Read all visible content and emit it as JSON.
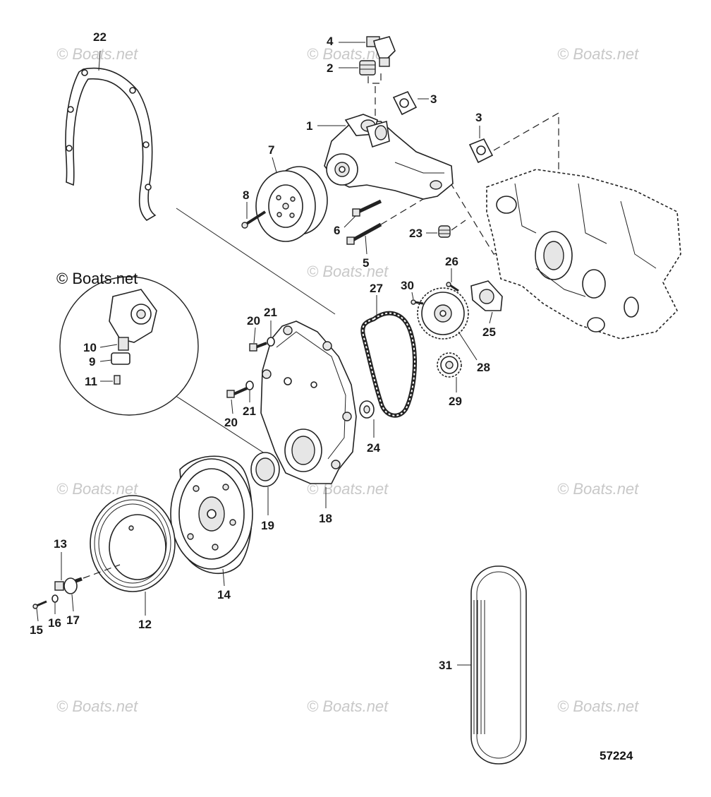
{
  "diagram": {
    "figure_number": "57224",
    "watermark": "© Boats.net",
    "inset_watermark": "© Boats.net",
    "callouts": {
      "c1": "1",
      "c2": "2",
      "c3a": "3",
      "c3b": "3",
      "c4": "4",
      "c5": "5",
      "c6": "6",
      "c7": "7",
      "c8": "8",
      "c9": "9",
      "c10": "10",
      "c11": "11",
      "c12": "12",
      "c13": "13",
      "c14": "14",
      "c15": "15",
      "c16": "16",
      "c17": "17",
      "c18": "18",
      "c19": "19",
      "c20a": "20",
      "c20b": "20",
      "c21a": "21",
      "c21b": "21",
      "c22": "22",
      "c23": "23",
      "c24": "24",
      "c25": "25",
      "c26": "26",
      "c27": "27",
      "c28": "28",
      "c29": "29",
      "c30": "30",
      "c31": "31"
    }
  }
}
